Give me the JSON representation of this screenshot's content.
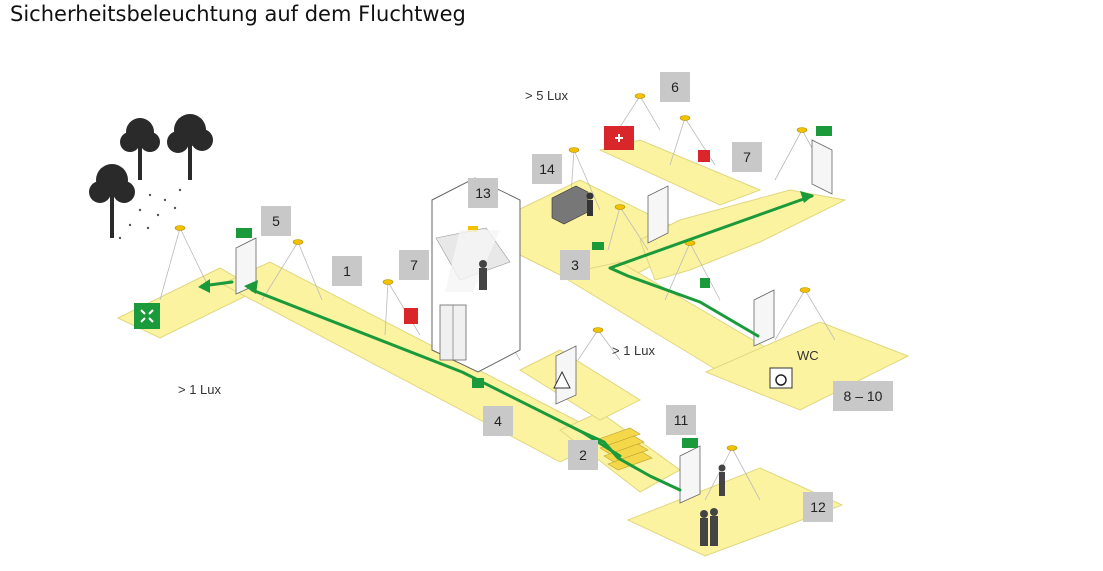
{
  "title": "Sicherheitsbeleuchtung auf dem Fluchtweg",
  "lux_labels": {
    "high": "> 5 Lux",
    "mid": "> 1 Lux",
    "low": "> 1 Lux"
  },
  "wc_label": "WC",
  "markers": {
    "m1": "1",
    "m2": "2",
    "m3": "3",
    "m4": "4",
    "m5": "5",
    "m6": "6",
    "m7a": "7",
    "m7b": "7",
    "m8": "8 – 10",
    "m11": "11",
    "m12": "12",
    "m13": "13",
    "m14": "14"
  },
  "colors": {
    "floor": "#fbf3a0",
    "floor_edge": "#d9cf6a",
    "route": "#1a9a3a",
    "marker_bg": "#c8c8c8",
    "lamp": "#f2c200"
  }
}
